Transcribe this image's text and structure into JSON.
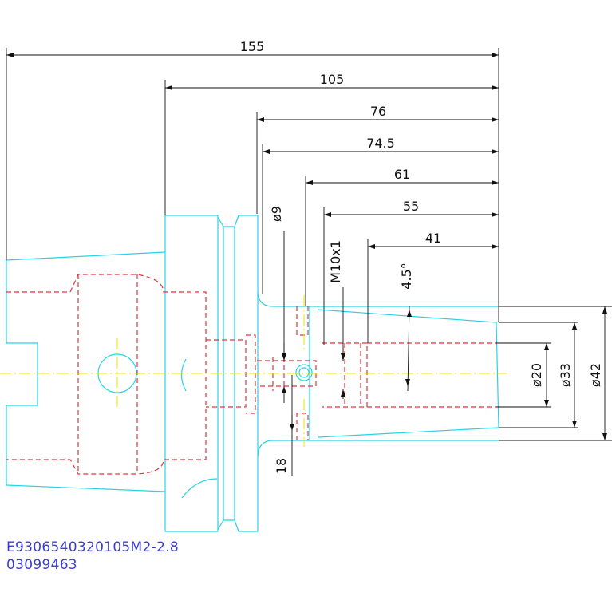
{
  "colors": {
    "outline": "#27d3e6",
    "hidden": "#e0353f",
    "centerline": "#f0e000",
    "dimension": "#111111",
    "part_code": "#3b3bd6"
  },
  "dimensions": {
    "overall_length": "155",
    "flange_length": "105",
    "length_76": "76",
    "length_74_5": "74.5",
    "length_61": "61",
    "length_55": "55",
    "length_41": "41",
    "pin_diameter": "ø9",
    "thread": "M10x1",
    "taper_angle": "4.5°",
    "bore_diameter": "ø20",
    "diameter_33": "ø33",
    "diameter_42": "ø42",
    "offset_18": "18"
  },
  "part_code": {
    "line1": "E9306540320105M2-2.8",
    "line2": "03099463"
  }
}
